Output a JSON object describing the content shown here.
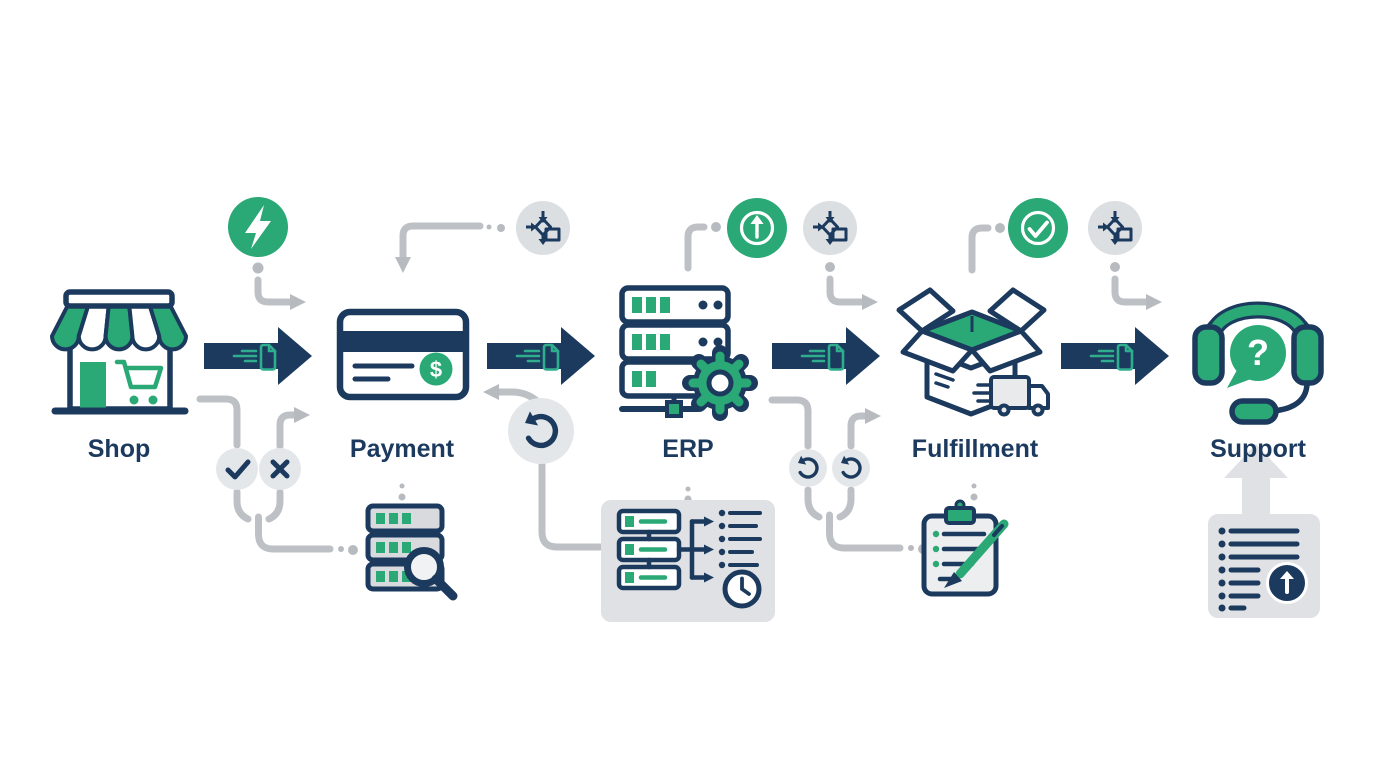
{
  "diagram": {
    "stages": [
      {
        "label": "Shop",
        "icon": "storefront-cart-icon"
      },
      {
        "label": "Payment",
        "icon": "credit-card-dollar-icon"
      },
      {
        "label": "ERP",
        "icon": "server-stack-gear-icon"
      },
      {
        "label": "Fulfillment",
        "icon": "open-box-truck-icon"
      },
      {
        "label": "Support",
        "icon": "headset-question-icon"
      }
    ],
    "glyphs": {
      "dollar": "$",
      "question": "?"
    },
    "flow_arrows": [
      {
        "from": "Shop",
        "to": "Payment",
        "icon": "document-transfer-arrow"
      },
      {
        "from": "Payment",
        "to": "ERP",
        "icon": "document-transfer-arrow"
      },
      {
        "from": "ERP",
        "to": "Fulfillment",
        "icon": "document-transfer-arrow"
      },
      {
        "from": "Fulfillment",
        "to": "Support",
        "icon": "document-transfer-arrow"
      }
    ],
    "event_badges": [
      {
        "icon": "lightning-icon",
        "color": "green",
        "position": "above Shop-Payment"
      },
      {
        "icon": "flowchart-decision-icon",
        "color": "gray",
        "position": "above Payment"
      },
      {
        "icon": "upload-circle-icon",
        "color": "green",
        "position": "above ERP"
      },
      {
        "icon": "flowchart-decision-icon",
        "color": "gray",
        "position": "above ERP-Fulfillment"
      },
      {
        "icon": "check-circle-icon",
        "color": "green",
        "position": "above Fulfillment"
      },
      {
        "icon": "flowchart-decision-icon",
        "color": "gray",
        "position": "above Fulfillment-Support"
      }
    ],
    "branch_nodes": [
      {
        "icon": "check-icon",
        "position": "below Shop-Payment"
      },
      {
        "icon": "x-icon",
        "position": "below Shop-Payment"
      },
      {
        "icon": "retry-icon",
        "position": "below Payment-ERP"
      },
      {
        "icon": "retry-icon",
        "position": "below ERP-Fulfillment"
      },
      {
        "icon": "retry-icon",
        "position": "below ERP-Fulfillment"
      }
    ],
    "detail_icons": [
      {
        "icon": "database-search-icon",
        "position": "below Payment"
      },
      {
        "icon": "server-queue-clock-icon",
        "position": "below ERP"
      },
      {
        "icon": "clipboard-pen-icon",
        "position": "below Fulfillment"
      },
      {
        "icon": "document-upload-icon",
        "position": "below Support"
      }
    ],
    "colors": {
      "navy": "#1b3a5e",
      "green": "#2aa876",
      "doc_teal": "#2fae8e",
      "connector_gray": "#bdc1c6",
      "badge_gray": "#dcdfe2",
      "chip_gray": "#e4e7ea",
      "panel_gray": "#dfe1e4",
      "background": "#ffffff"
    }
  }
}
